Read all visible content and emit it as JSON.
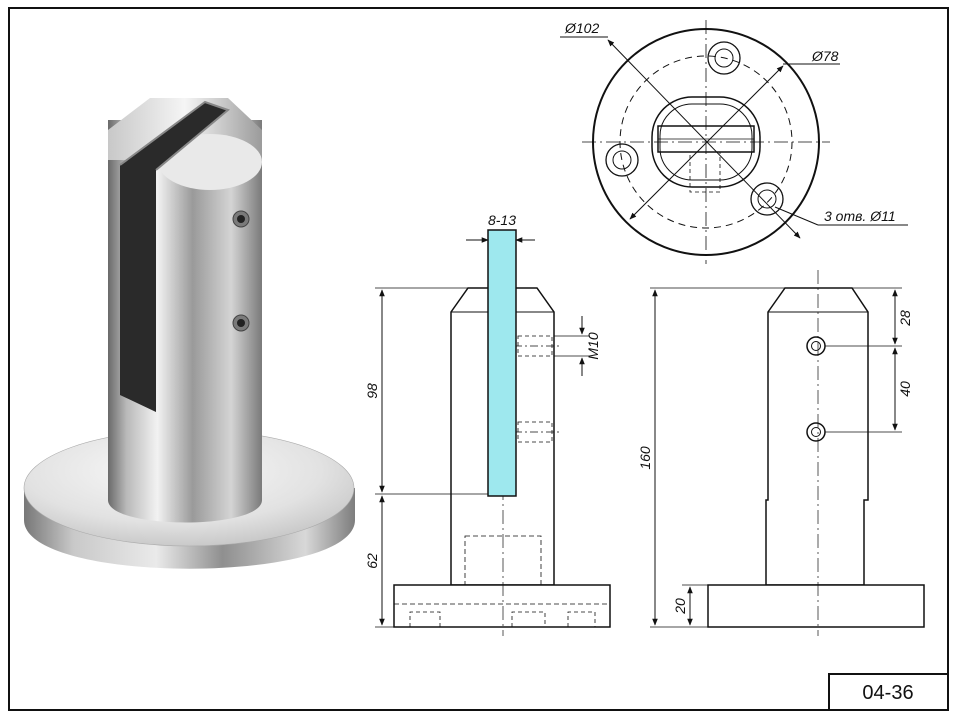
{
  "drawing": {
    "code": "04-36",
    "glass_color": "#9ee8ee",
    "top_view": {
      "dia_outer": "Ø102",
      "dia_bolt_circle": "Ø78",
      "holes": "3 отв. Ø11"
    },
    "front_view": {
      "glass_thickness": "8-13",
      "slot_depth": "98",
      "base_height": "62",
      "thread": "M10"
    },
    "side_view": {
      "total_height": "160",
      "base_thickness": "20",
      "top_offset": "28",
      "hole_spacing": "40"
    }
  }
}
